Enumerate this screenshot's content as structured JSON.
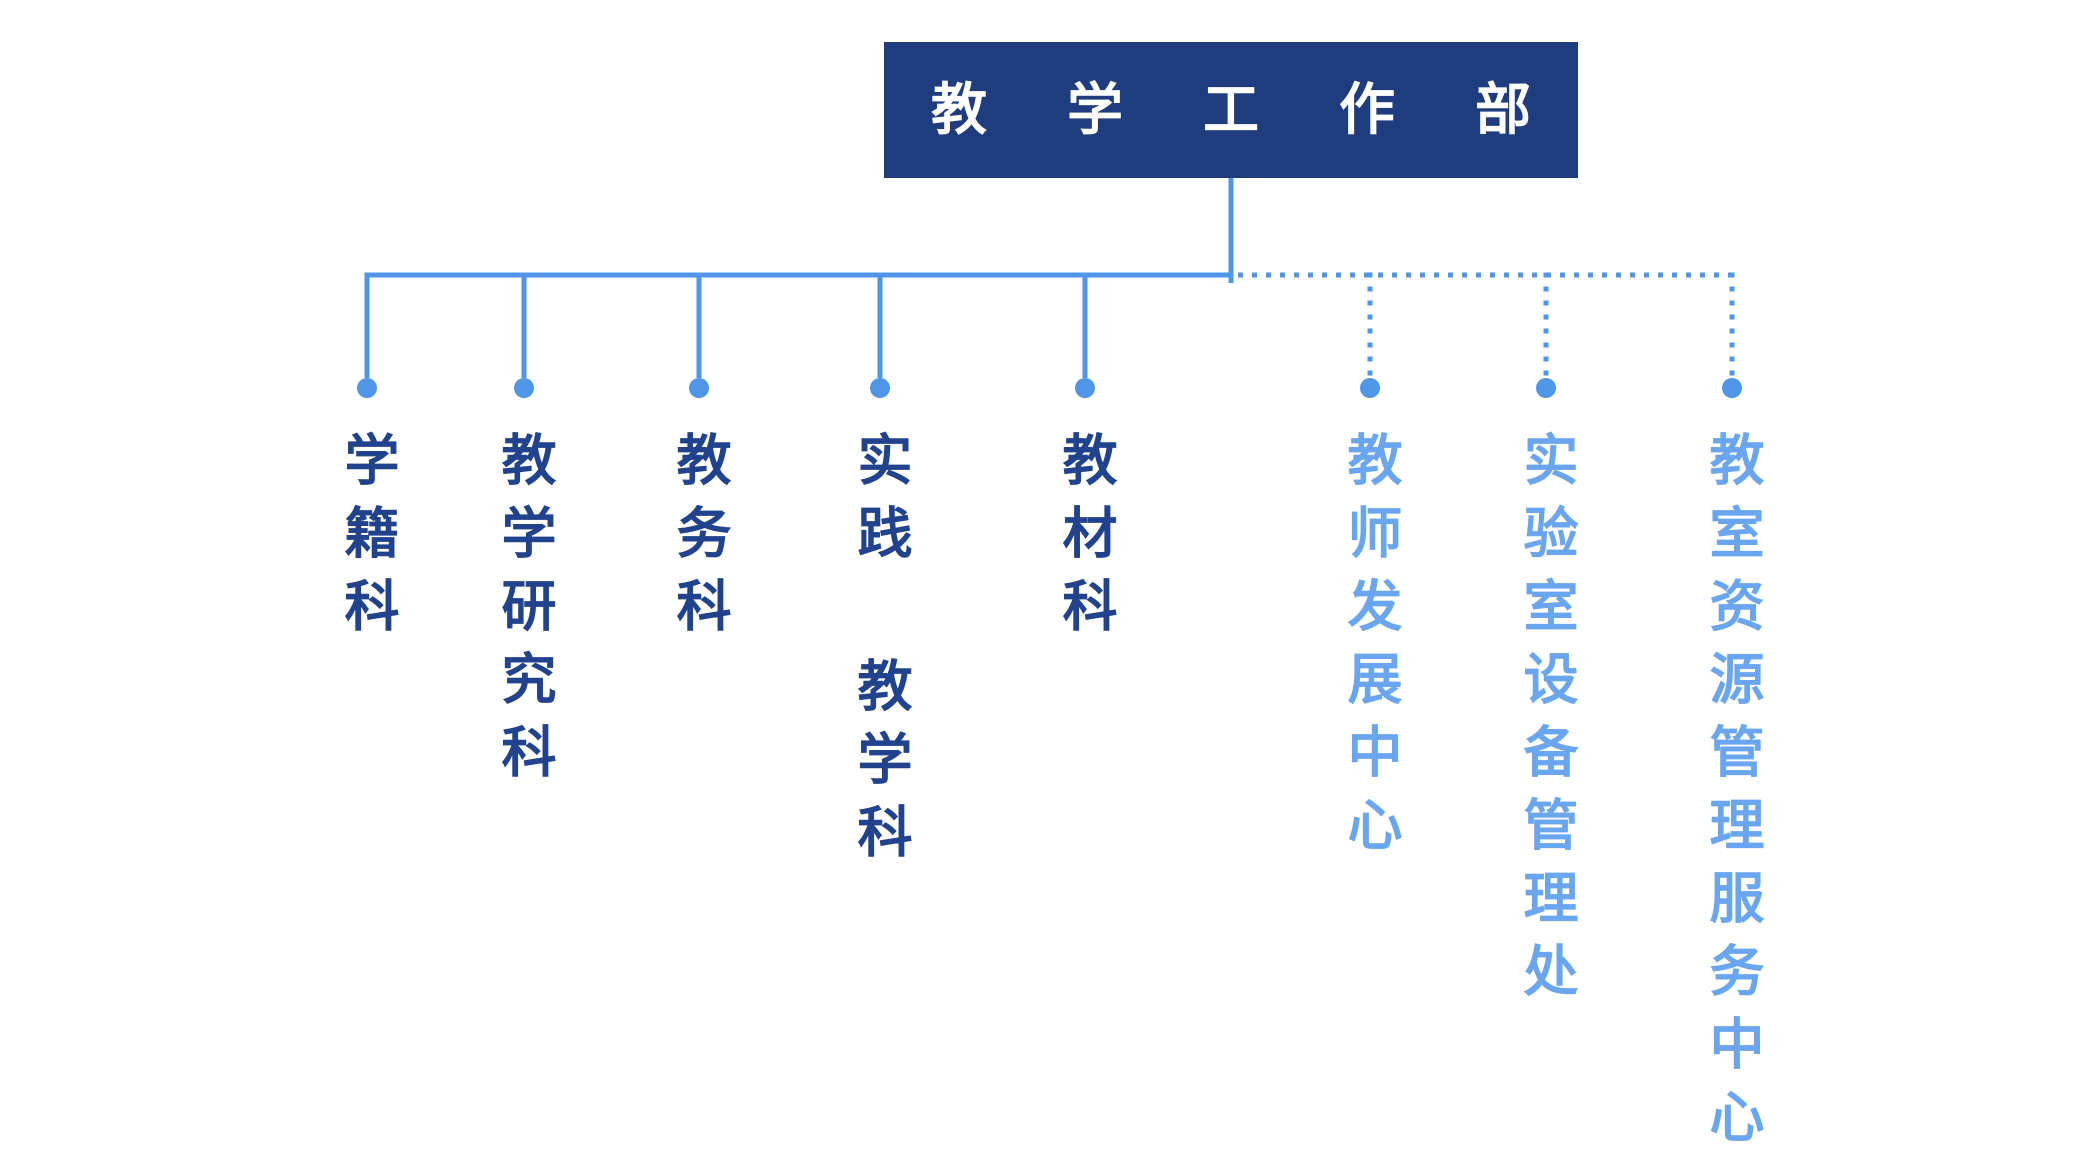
{
  "root": {
    "label": "教学工作部"
  },
  "departments": [
    {
      "name": "学籍科",
      "connector": "solid"
    },
    {
      "name": "教学研究科",
      "connector": "solid"
    },
    {
      "name": "教务科",
      "connector": "solid"
    },
    {
      "name": "实践 教学科",
      "connector": "solid"
    },
    {
      "name": "教材科",
      "connector": "solid"
    },
    {
      "name": "教师发展中心",
      "connector": "dotted"
    },
    {
      "name": "实验室设备管理处",
      "connector": "dotted"
    },
    {
      "name": "教室资源管理服务中心",
      "connector": "dotted"
    }
  ],
  "colors": {
    "background": "#ffffff",
    "root_box_bg": "#1f3d7e",
    "root_box_text": "#ffffff",
    "solid_branch_text": "#21428c",
    "dotted_branch_text": "#6aa5ef",
    "connector_line": "#4f96e9"
  }
}
